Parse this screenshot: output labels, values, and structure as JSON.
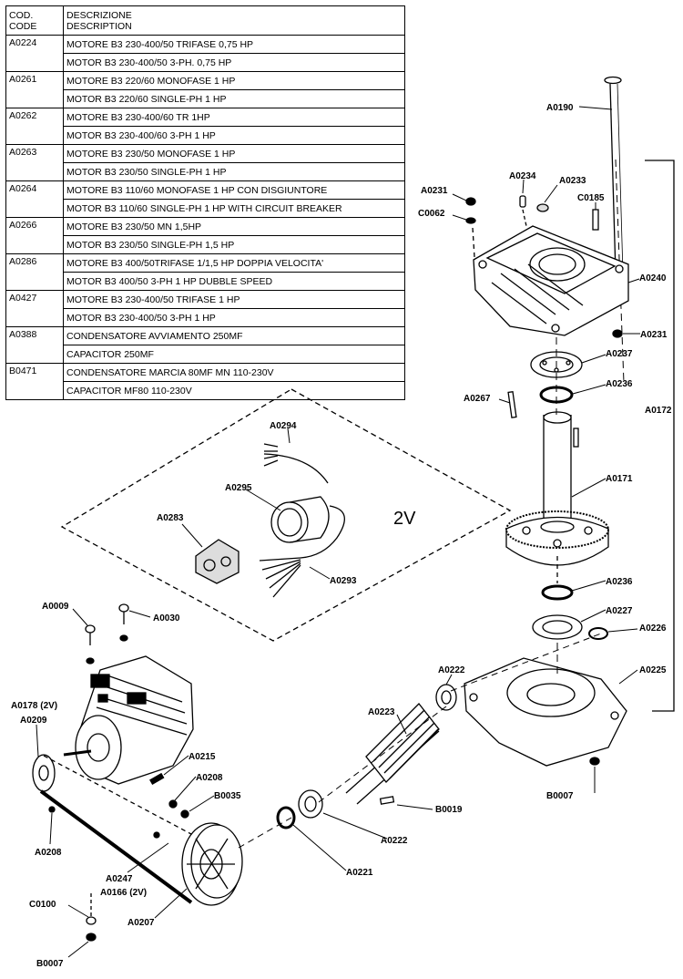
{
  "table": {
    "header": {
      "code": "COD.\nCODE",
      "code_l1": "COD.",
      "code_l2": "CODE",
      "desc_l1": "DESCRIZIONE",
      "desc_l2": "DESCRIPTION"
    },
    "rows": [
      {
        "code": "A0224",
        "it": "MOTORE B3 230-400/50 TRIFASE 0,75 HP",
        "en": "MOTOR B3 230-400/50 3-PH. 0,75 HP"
      },
      {
        "code": "A0261",
        "it": "MOTORE B3 220/60 MONOFASE 1 HP",
        "en": "MOTOR B3 220/60 SINGLE-PH 1 HP"
      },
      {
        "code": "A0262",
        "it": "MOTORE B3 230-400/60 TR 1HP",
        "en": "MOTOR B3 230-400/60 3-PH 1 HP"
      },
      {
        "code": "A0263",
        "it": "MOTORE B3 230/50 MONOFASE 1 HP",
        "en": "MOTOR B3 230/50 SINGLE-PH 1 HP"
      },
      {
        "code": "A0264",
        "it": "MOTORE B3 110/60 MONOFASE 1 HP CON DISGIUNTORE",
        "en": "MOTOR B3 110/60  SINGLE-PH 1 HP WITH CIRCUIT BREAKER"
      },
      {
        "code": "A0266",
        "it": "MOTORE B3 230/50 MN 1,5HP",
        "en": "MOTOR B3 230/50 SINGLE-PH 1,5 HP"
      },
      {
        "code": "A0286",
        "it": "MOTORE B3 400/50TRIFASE 1/1,5 HP DOPPIA VELOCITA'",
        "en": "MOTOR B3 400/50 3-PH 1 HP DUBBLE SPEED"
      },
      {
        "code": "A0427",
        "it": "MOTORE B3 230-400/50 TRIFASE 1 HP",
        "en": "MOTOR B3 230-400/50 3-PH 1 HP"
      },
      {
        "code": "A0388",
        "it": "CONDENSATORE AVVIAMENTO 250MF",
        "en": "CAPACITOR 250MF"
      },
      {
        "code": "B0471",
        "it": "CONDENSATORE MARCIA 80MF MN 110-230V",
        "en": "CAPACITOR MF80 110-230V"
      }
    ]
  },
  "diagram": {
    "group_2v": "2V",
    "labels": {
      "a0190": "A0190",
      "a0234": "A0234",
      "a0233": "A0233",
      "a0231a": "A0231",
      "c0062": "C0062",
      "c0185": "C0185",
      "a0240": "A0240",
      "a0231b": "A0231",
      "a0237": "A0237",
      "a0236a": "A0236",
      "a0267": "A0267",
      "a0172": "A0172",
      "a0171": "A0171",
      "a0236b": "A0236",
      "a0227": "A0227",
      "a0226": "A0226",
      "a0225": "A0225",
      "a0222a": "A0222",
      "a0223": "A0223",
      "b0007a": "B0007",
      "b0019": "B0019",
      "a0222b": "A0222",
      "a0221": "A0221",
      "a0294": "A0294",
      "a0295": "A0295",
      "a0283": "A0283",
      "a0293": "A0293",
      "a0009": "A0009",
      "a0030": "A0030",
      "a0178": "A0178 (2V)",
      "a0209": "A0209",
      "a0215": "A0215",
      "a0208a": "A0208",
      "b0035": "B0035",
      "a0208b": "A0208",
      "a0247": "A0247",
      "a0166": "A0166 (2V)",
      "a0207": "A0207",
      "c0100": "C0100",
      "b0007b": "B0007"
    }
  }
}
